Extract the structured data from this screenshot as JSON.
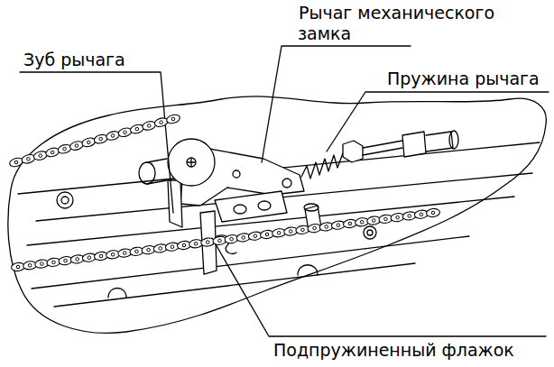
{
  "diagram": {
    "labels": [
      "Зуб рычага",
      "Рычаг механического замка",
      "Пружина рычага",
      "Подпружиненный флажок"
    ]
  }
}
